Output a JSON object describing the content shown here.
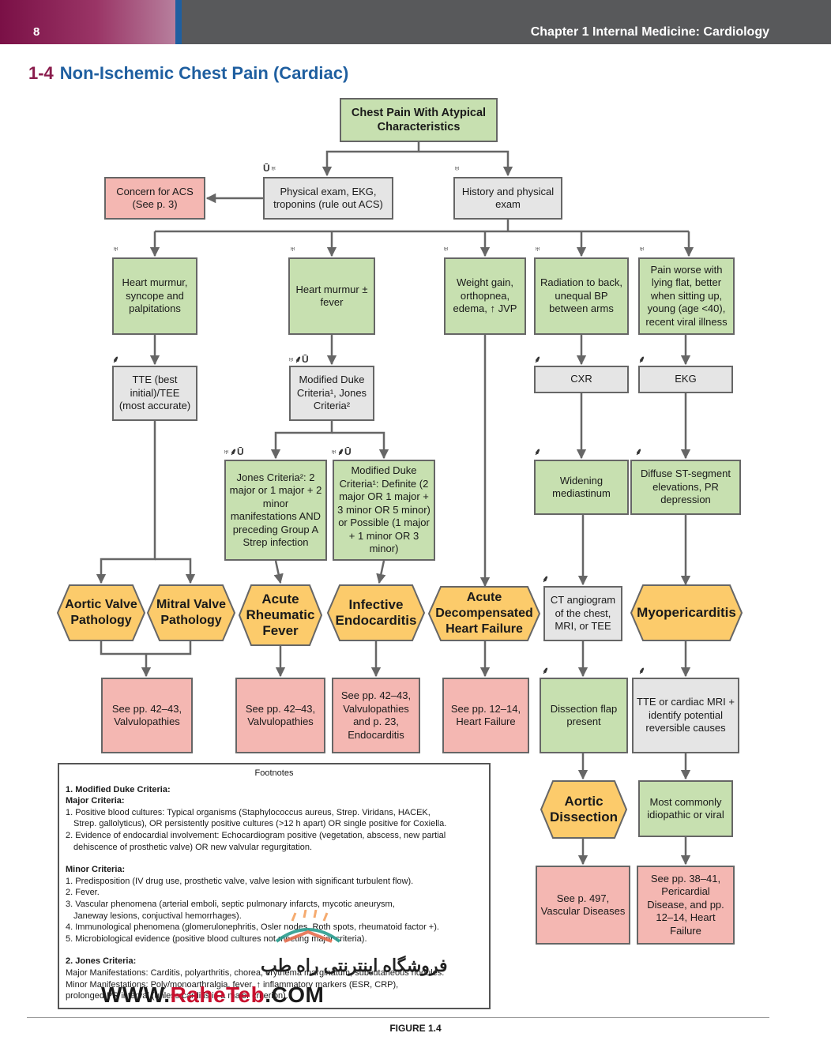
{
  "header": {
    "page_number": "8",
    "chapter": "Chapter 1  Internal Medicine: Cardiology"
  },
  "section": {
    "number": "1-4",
    "title": "Non-Ischemic Chest Pain (Cardiac)"
  },
  "icon_glyphs": {
    "exam": "♅",
    "lab": "Ū",
    "imaging": "⸙"
  },
  "colors": {
    "green": "#c7e0b0",
    "gray": "#e5e5e5",
    "pink": "#f4b7b2",
    "diagnosis": "#fccb6b",
    "title_blue": "#1f5fa0",
    "title_red": "#8a1c4c"
  },
  "nodes": {
    "start": "Chest Pain With Atypical Characteristics",
    "pe_ekg": "Physical exam, EKG, troponins (rule out ACS)",
    "acs": "Concern for ACS (See p. 3)",
    "hx_pe": "History and physical exam",
    "murmur_sync": "Heart murmur, syncope and palpitations",
    "murmur_fever": "Heart murmur ± fever",
    "weight": "Weight gain, orthopnea, edema, ↑ JVP",
    "radiation": "Radiation to back, unequal BP between arms",
    "pain_lying": "Pain worse with lying flat, better when sitting up, young (age <40), recent viral illness",
    "tte": "TTE (best initial)/TEE (most accurate)",
    "duke": "Modified Duke Criteria¹, Jones Criteria²",
    "cxr": "CXR",
    "ekg": "EKG",
    "jones": "Jones Criteria²: 2 major or 1 major + 2 minor manifestations AND preceding Group A Strep infection",
    "duke_def": "Modified Duke Criteria¹: Definite (2 major OR 1 major + 3 minor OR 5 minor) or Possible (1 major + 1 minor OR 3 minor)",
    "widening": "Widening mediastinum",
    "st_elev": "Diffuse ST-segment elevations, PR depression",
    "ct": "CT angiogram of the chest, MRI, or TEE",
    "dx_aortic_valve": "Aortic Valve Pathology",
    "dx_mitral_valve": "Mitral Valve Pathology",
    "dx_arf": "Acute Rheumatic Fever",
    "dx_ie": "Infective Endocarditis",
    "dx_adhf": "Acute Decompensated Heart Failure",
    "dx_myoperi": "Myopericarditis",
    "ref_valv1": "See pp. 42–43, Valvulopathies",
    "ref_valv2": "See pp. 42–43, Valvulopathies",
    "ref_endo": "See pp. 42–43, Valvulopathies and p. 23, Endocarditis",
    "ref_hf": "See pp. 12–14, Heart Failure",
    "flap": "Dissection flap present",
    "tte_mri": "TTE or cardiac MRI + identify potential reversible causes",
    "dx_dissection": "Aortic Dissection",
    "idiopathic": "Most commonly idiopathic or viral",
    "ref_vasc": "See p. 497, Vascular Diseases",
    "ref_peri": "See pp. 38–41, Pericardial Disease, and pp. 12–14, Heart Failure"
  },
  "footnotes": {
    "heading": "Footnotes",
    "duke_title": "1. Modified Duke Criteria:",
    "major_title": "Major Criteria:",
    "major_1a": "1. Positive blood cultures: Typical organisms (Staphylococcus aureus, Strep. Viridans, HACEK,",
    "major_1b": "Strep. gallolyticus), OR persistently positive cultures (>12 h apart) OR single positive for Coxiella.",
    "major_2a": "2. Evidence of endocardial involvement: Echocardiogram positive (vegetation, abscess, new partial",
    "major_2b": "dehiscence of prosthetic valve) OR new valvular regurgitation.",
    "minor_title": "Minor Criteria:",
    "minor_1": "1. Predisposition (IV drug use, prosthetic valve, valve lesion with significant turbulent flow).",
    "minor_2": "2. Fever.",
    "minor_3a": "3. Vascular phenomena (arterial emboli, septic pulmonary infarcts, mycotic aneurysm,",
    "minor_3b": "Janeway lesions, conjuctival hemorrhages).",
    "minor_4": "4. Immunological phenomena (glomerulonephritis, Osler nodes, Roth spots, rheumatoid factor +).",
    "minor_5": "5. Microbiological evidence (positive blood cultures not meeting major criteria).",
    "jones_title": "2. Jones Criteria:",
    "jones_major": "Major Manifestations: Carditis, polyarthritis, chorea, erythema marginatum, subcutaneous nodules.",
    "jones_minor": "Minor Manifestations: Poly/monoarthralgia, fever, ↑ inflammatory markers (ESR, CRP),",
    "jones_minor2": "prolonged PR interval (unless carditis is a major criterion)."
  },
  "watermark": {
    "prefix": "WWW.",
    "brand": "RaheTeb",
    "suffix": ".COM",
    "persian": "فروشگاه اینترنتی راه طب"
  },
  "caption": "FIGURE 1.4"
}
